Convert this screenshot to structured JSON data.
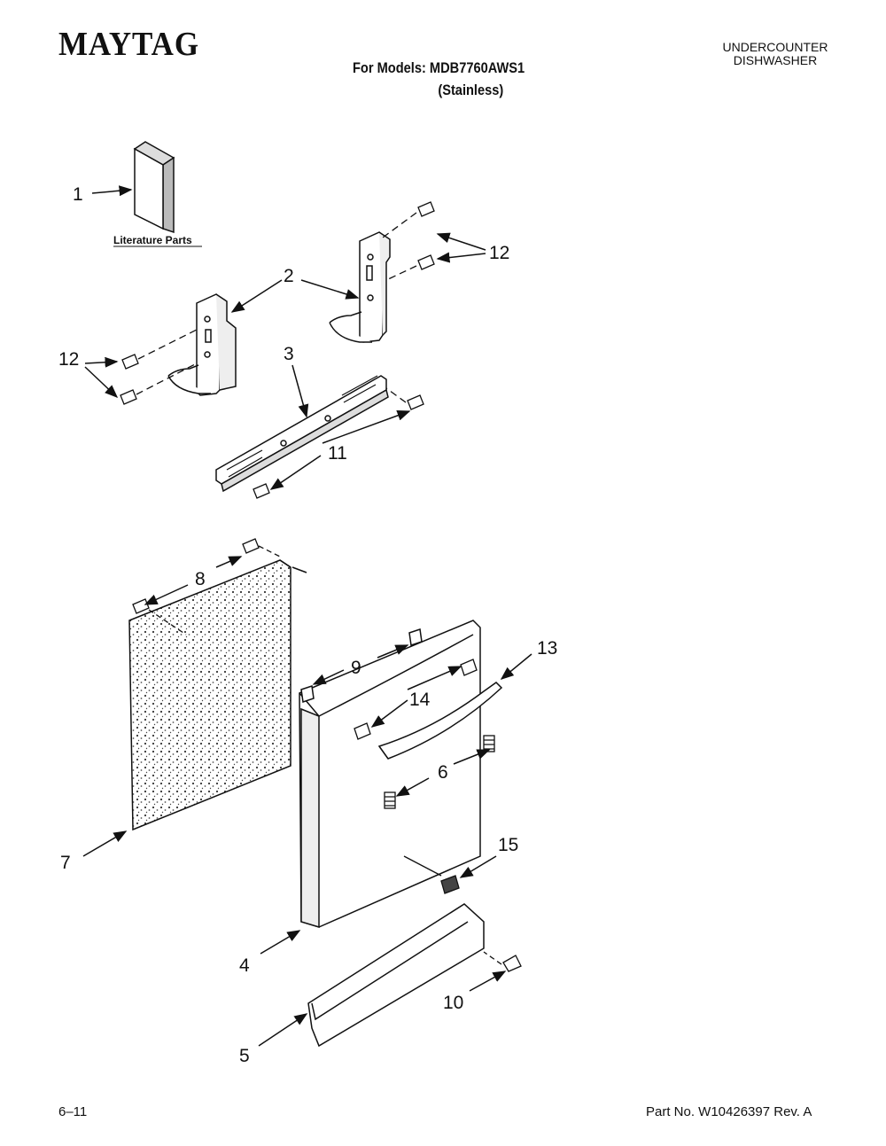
{
  "header": {
    "brand": "MAYTAG",
    "models_line": "For Models: MDB7760AWS1",
    "finish": "(Stainless)",
    "product_type_line1": "UNDERCOUNTER",
    "product_type_line2": "DISHWASHER"
  },
  "diagram": {
    "literature_label": "Literature Parts",
    "callouts": [
      "1",
      "2",
      "3",
      "4",
      "5",
      "6",
      "7",
      "8",
      "9",
      "10",
      "11",
      "12",
      "12",
      "13",
      "14",
      "15"
    ]
  },
  "footer": {
    "page": "6–11",
    "part_no": "Part No. W10426397 Rev. A"
  }
}
